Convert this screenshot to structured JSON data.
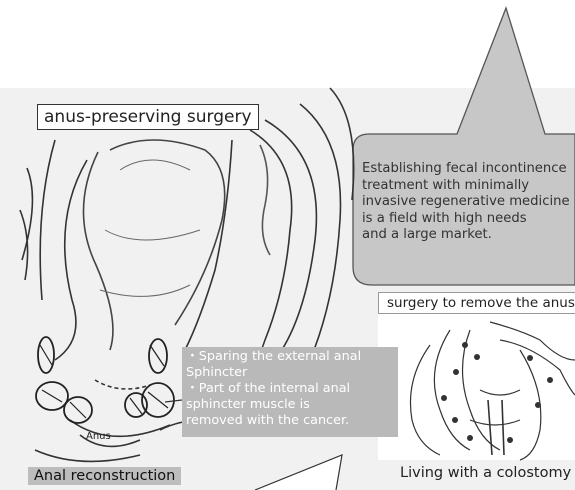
{
  "title_box": {
    "label": "anus-preserving surgery"
  },
  "callout": {
    "text": "Establishing fecal incontinence\ntreatment with minimally\ninvasive regenerative medicine\nis a field with high needs\nand a large market."
  },
  "remove_box": {
    "label": "surgery to remove the anus"
  },
  "note": {
    "text": "・Sparing the external anal\nSphincter\n・Part of the internal anal\nsphincter muscle is\nremoved with the cancer."
  },
  "labels": {
    "anus": "Anus",
    "anal_reconstruction": "Anal reconstruction",
    "colostomy": "Living with a colostomy"
  },
  "colors": {
    "panel_background": "#f1f1f1",
    "callout_fill": "#c7c7c7",
    "note_fill": "#b9b9b9"
  }
}
